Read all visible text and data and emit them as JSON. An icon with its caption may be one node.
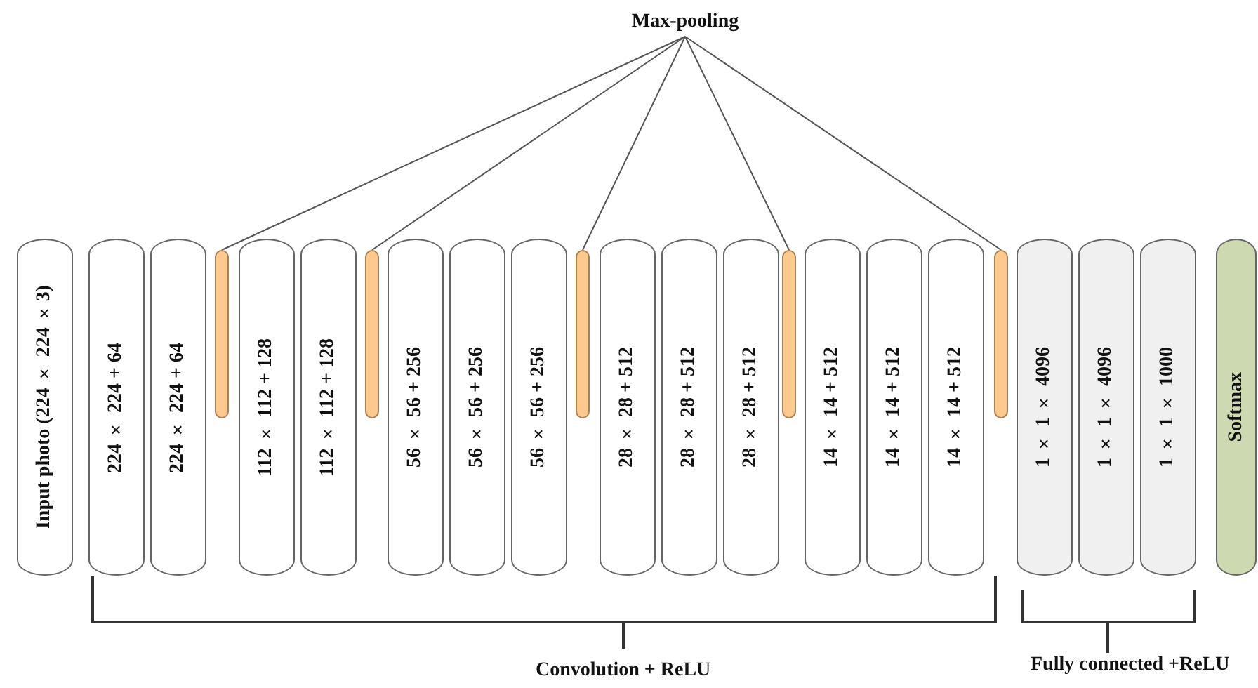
{
  "diagram": {
    "nodes": [
      {
        "text": [
          "Max-pooling"
        ]
      },
      {
        "text": [
          "Input photo (224 × 224 ×3)"
        ]
      },
      {
        "text": [
          "224 × 224 + 64"
        ]
      },
      {
        "text": [
          "224 × 224 + 64"
        ]
      },
      {
        "text": [],
        "shape": "bar"
      },
      {
        "text": [
          "112 × 112 + 128"
        ]
      },
      {
        "text": [
          "112 × 112 + 128"
        ]
      },
      {
        "text": [],
        "shape": "bar"
      },
      {
        "text": [
          "56 × 56 + 256"
        ]
      },
      {
        "text": [
          "56 × 56 + 256"
        ]
      },
      {
        "text": [
          "56 × 56 + 256"
        ]
      },
      {
        "text": [],
        "shape": "bar"
      },
      {
        "text": [
          "28 × 28 + 512"
        ]
      },
      {
        "text": [
          "28 × 28 + 512"
        ]
      },
      {
        "text": [
          "28 × 28 + 512"
        ]
      },
      {
        "text": [],
        "shape": "bar"
      },
      {
        "text": [
          "14 × 14 + 512"
        ]
      },
      {
        "text": [
          "14 × 14 + 512"
        ]
      },
      {
        "text": [
          "14 × 14 + 512"
        ]
      },
      {
        "text": [],
        "shape": "bar"
      },
      {
        "text": [
          "1 × 1 × 4096"
        ]
      },
      {
        "text": [
          "1 × 1 × 4096"
        ]
      },
      {
        "text": [
          "1 × 1 × 1000"
        ]
      },
      {
        "text": [
          "Softmax"
        ]
      }
    ],
    "edges": [
      {
        "from": 0,
        "to": 4,
        "arrow": "none"
      },
      {
        "from": 0,
        "to": 7,
        "arrow": "none"
      },
      {
        "from": 0,
        "to": 11,
        "arrow": "none"
      },
      {
        "from": 0,
        "to": 15,
        "arrow": "none"
      },
      {
        "from": 0,
        "to": 19,
        "arrow": "none"
      }
    ],
    "labels": [
      "Convolution + ReLU",
      "Fully connected +ReLU"
    ]
  }
}
